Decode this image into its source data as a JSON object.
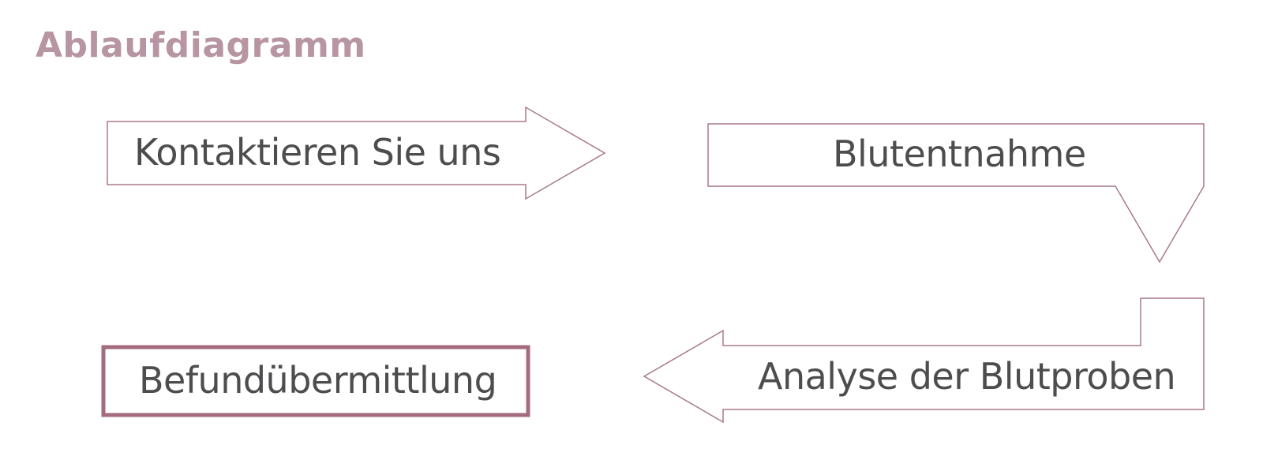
{
  "title": "Ablaufdiagramm",
  "colors": {
    "title": "#b895a3",
    "outline": "#a87a8a",
    "final_border": "#a46b80",
    "text": "#4d4d4f"
  },
  "steps": [
    {
      "label": "Kontaktieren Sie uns",
      "shape": "right-arrow"
    },
    {
      "label": "Blutentnahme",
      "shape": "down-callout-arrow"
    },
    {
      "label": "Analyse der Blutproben",
      "shape": "left-bent-arrow"
    },
    {
      "label": "Befundübermittlung",
      "shape": "box"
    }
  ]
}
